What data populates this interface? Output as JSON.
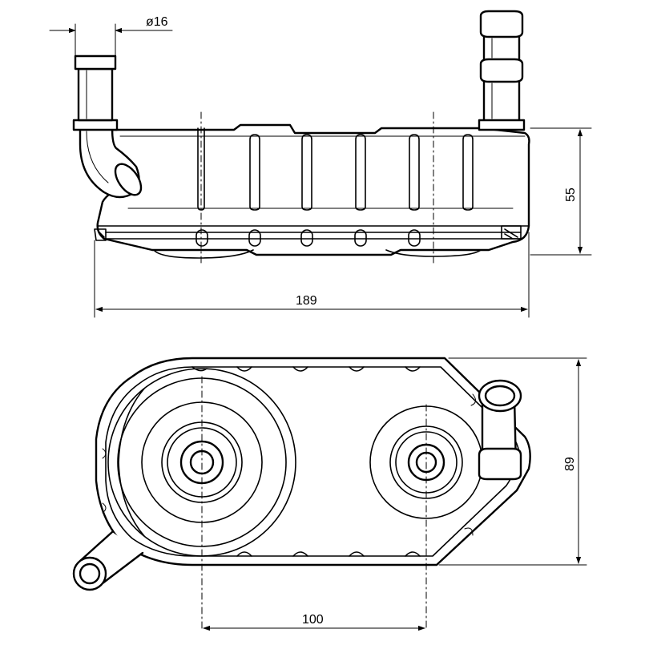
{
  "drawing": {
    "dimensions": {
      "pipe_diameter": "ø16",
      "height": "55",
      "length": "189",
      "width": "89",
      "port_spacing": "100"
    }
  }
}
